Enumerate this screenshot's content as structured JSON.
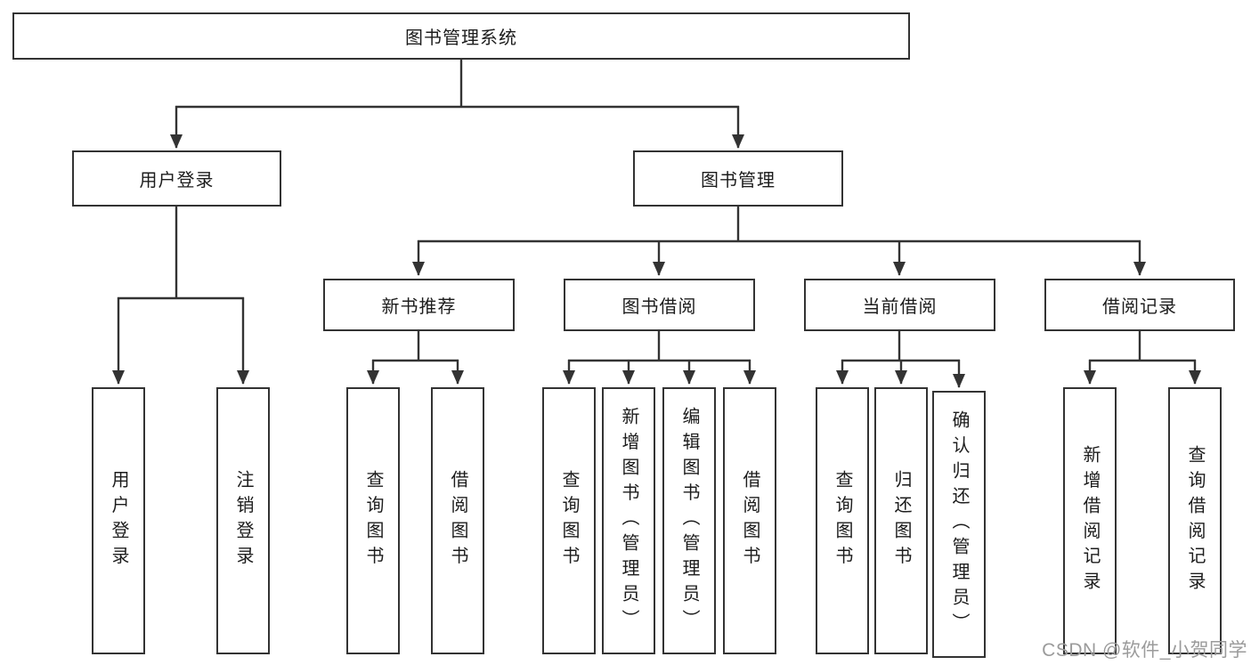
{
  "diagram": {
    "root": {
      "label": "图书管理系统"
    },
    "login": {
      "label": "用户登录",
      "children": [
        {
          "label": "用户登录"
        },
        {
          "label": "注销登录"
        }
      ]
    },
    "mgmt": {
      "label": "图书管理",
      "children": [
        {
          "label": "新书推荐",
          "children": [
            {
              "label": "查询图书"
            },
            {
              "label": "借阅图书"
            }
          ]
        },
        {
          "label": "图书借阅",
          "children": [
            {
              "label": "查询图书"
            },
            {
              "label": "新增图书（管理员）"
            },
            {
              "label": "编辑图书（管理员）"
            },
            {
              "label": "借阅图书"
            }
          ]
        },
        {
          "label": "当前借阅",
          "children": [
            {
              "label": "查询图书"
            },
            {
              "label": "归还图书"
            },
            {
              "label": "确认归还（管理员）"
            }
          ]
        },
        {
          "label": "借阅记录",
          "children": [
            {
              "label": "新增借阅记录"
            },
            {
              "label": "查询借阅记录"
            }
          ]
        }
      ]
    }
  },
  "watermark": {
    "text": "CSDN @软件_小贺同学"
  },
  "colors": {
    "line": "#333333",
    "text": "#1c1c1c",
    "watermark": "#9b9b9b",
    "bg": "#ffffff"
  }
}
